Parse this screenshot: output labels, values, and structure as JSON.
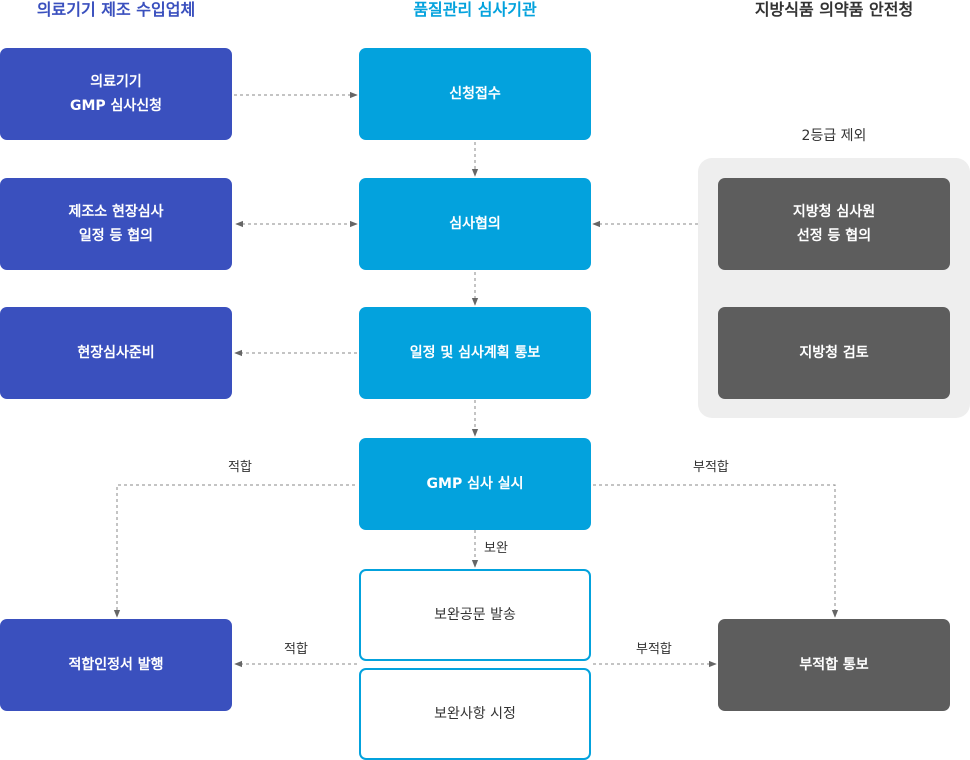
{
  "columns": {
    "manufacturer": "의료기기 제조 수입업체",
    "agency": "품질관리 심사기관",
    "regional": "지방식품 의약품 안전청"
  },
  "colors": {
    "manufacturer": "#3a50be",
    "agency": "#03a2dd",
    "regional": "#5d5d5d",
    "panel": "#eeeeee"
  },
  "panel_label": "2등급 제외",
  "nodes": {
    "gmp_apply": "의료기기\nGMP 심사신청",
    "schedule_site": "제조소 현장심사\n일정 등 협의",
    "site_prep": "현장심사준비",
    "certificate": "적합인정서 발행",
    "receipt": "신청접수",
    "consult": "심사협의",
    "notice_plan": "일정 및 심사계획 통보",
    "gmp_audit": "GMP 심사 실시",
    "supplement_doc": "보완공문 발송",
    "supplement_fix": "보완사항 시정",
    "auditor_select": "지방청 심사원\n선정 등 협의",
    "regional_review": "지방청 검토",
    "nonconform_notice": "부적합 통보"
  },
  "edge_labels": {
    "conform": "적합",
    "nonconform": "부적합",
    "supplement": "보완"
  }
}
